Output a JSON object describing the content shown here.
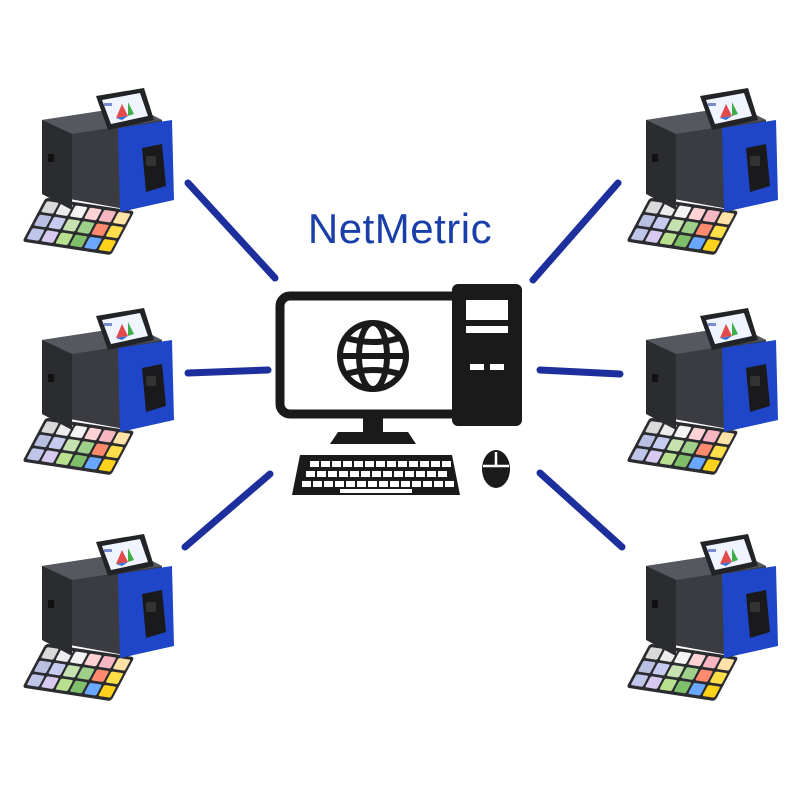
{
  "title": "NetMetric",
  "colors": {
    "title": "#1a3fa8",
    "link": "#1c2f9c",
    "computer": "#1a1a1a",
    "device_blue": "#1f46c9",
    "device_dark": "#3a3c42",
    "device_mid": "#55585e",
    "screen_frame": "#222326",
    "screen_bg": "#f0f4ff",
    "swatch_tray": "#2b2c30"
  },
  "icons": {
    "hub": "desktop-computer-icon",
    "globe": "globe-icon",
    "power": "power-icon",
    "keyboard": "keyboard-icon",
    "mouse": "mouse-icon",
    "device": "spectrophotometer-icon"
  },
  "devices": [
    {
      "id": "left-top"
    },
    {
      "id": "left-middle"
    },
    {
      "id": "left-bottom"
    },
    {
      "id": "right-top"
    },
    {
      "id": "right-middle"
    },
    {
      "id": "right-bottom"
    }
  ],
  "swatch_colors": [
    [
      "#d9d9d9",
      "#ececec",
      "#f4f4f4",
      "#ffd3d6",
      "#f6b7c2",
      "#ffe2a8"
    ],
    [
      "#b9bfe0",
      "#c6cbef",
      "#c5e2b0",
      "#9fd08a",
      "#ff8a6e",
      "#ffdf49"
    ],
    [
      "#c0c6ea",
      "#d7c9f0",
      "#b8e08e",
      "#7fbf6a",
      "#6aa7ff",
      "#ffd21c"
    ]
  ]
}
